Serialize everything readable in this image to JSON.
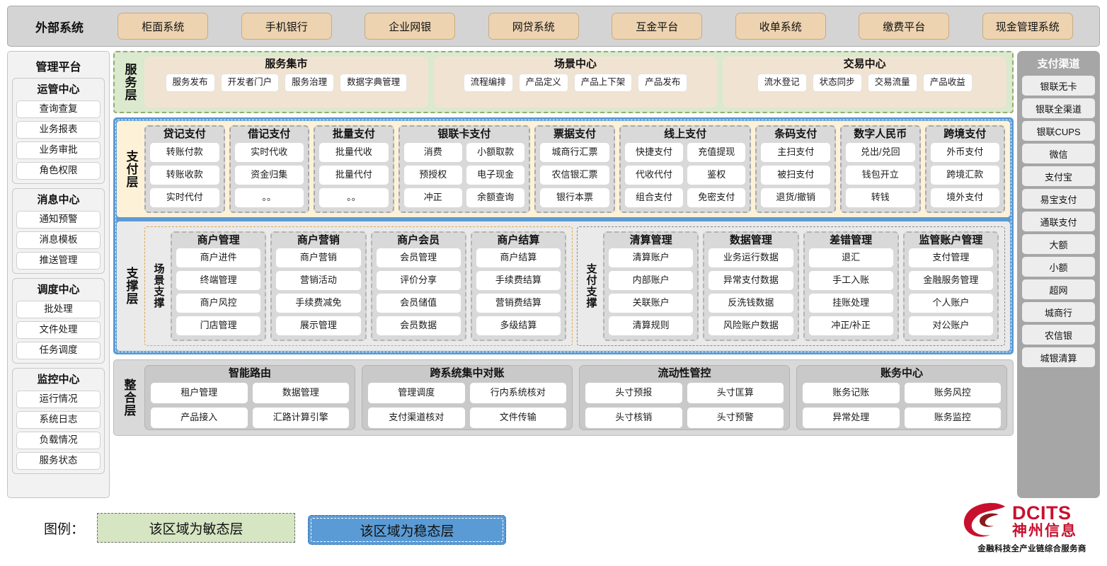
{
  "external": {
    "title": "外部系统",
    "items": [
      "柜面系统",
      "手机银行",
      "企业网银",
      "网贷系统",
      "互金平台",
      "收单系统",
      "缴费平台",
      "现金管理系统"
    ]
  },
  "management": {
    "title": "管理平台",
    "groups": [
      {
        "title": "运管中心",
        "items": [
          "查询查复",
          "业务报表",
          "业务审批",
          "角色权限"
        ]
      },
      {
        "title": "消息中心",
        "items": [
          "通知预警",
          "消息模板",
          "推送管理"
        ]
      },
      {
        "title": "调度中心",
        "items": [
          "批处理",
          "文件处理",
          "任务调度"
        ]
      },
      {
        "title": "监控中心",
        "items": [
          "运行情况",
          "系统日志",
          "负载情况",
          "服务状态"
        ]
      }
    ]
  },
  "channels": {
    "title": "支付渠道",
    "items": [
      "银联无卡",
      "银联全渠道",
      "银联CUPS",
      "微信",
      "支付宝",
      "易宝支付",
      "通联支付",
      "大额",
      "小额",
      "超网",
      "城商行",
      "农信银",
      "城银清算"
    ]
  },
  "service_layer": {
    "label": "服务层",
    "panels": [
      {
        "title": "服务集市",
        "items": [
          "服务发布",
          "开发者门户",
          "服务治理",
          "数据字典管理"
        ]
      },
      {
        "title": "场景中心",
        "items": [
          "流程编排",
          "产品定义",
          "产品上下架",
          "产品发布"
        ]
      },
      {
        "title": "交易中心",
        "items": [
          "流水登记",
          "状态同步",
          "交易流量",
          "产品收益"
        ]
      }
    ]
  },
  "payment_layer": {
    "label": "支付层",
    "groups": [
      {
        "title": "贷记支付",
        "cols": 1,
        "rows": [
          [
            "转账付款"
          ],
          [
            "转账收款"
          ],
          [
            "实时代付"
          ]
        ]
      },
      {
        "title": "借记支付",
        "cols": 1,
        "rows": [
          [
            "实时代收"
          ],
          [
            "资金归集"
          ],
          [
            "。。"
          ]
        ]
      },
      {
        "title": "批量支付",
        "cols": 1,
        "rows": [
          [
            "批量代收"
          ],
          [
            "批量代付"
          ],
          [
            "。。"
          ]
        ]
      },
      {
        "title": "银联卡支付",
        "cols": 2,
        "rows": [
          [
            "消费",
            "小额取款"
          ],
          [
            "预授权",
            "电子现金"
          ],
          [
            "冲正",
            "余额查询"
          ]
        ]
      },
      {
        "title": "票据支付",
        "cols": 1,
        "rows": [
          [
            "城商行汇票"
          ],
          [
            "农信银汇票"
          ],
          [
            "银行本票"
          ]
        ]
      },
      {
        "title": "线上支付",
        "cols": 2,
        "rows": [
          [
            "快捷支付",
            "充值提现"
          ],
          [
            "代收代付",
            "鉴权"
          ],
          [
            "组合支付",
            "免密支付"
          ]
        ]
      },
      {
        "title": "条码支付",
        "cols": 1,
        "rows": [
          [
            "主扫支付"
          ],
          [
            "被扫支付"
          ],
          [
            "退货/撤销"
          ]
        ]
      },
      {
        "title": "数字人民币",
        "cols": 1,
        "rows": [
          [
            "兑出/兑回"
          ],
          [
            "钱包开立"
          ],
          [
            "转钱"
          ]
        ]
      },
      {
        "title": "跨境支付",
        "cols": 1,
        "rows": [
          [
            "外币支付"
          ],
          [
            "跨境汇款"
          ],
          [
            "境外支付"
          ]
        ]
      }
    ]
  },
  "support_layer": {
    "label": "支撑层",
    "scene": {
      "label": "场景支撑",
      "groups": [
        {
          "title": "商户管理",
          "items": [
            "商户进件",
            "终端管理",
            "商户风控",
            "门店管理"
          ]
        },
        {
          "title": "商户营销",
          "items": [
            "商户营销",
            "营销活动",
            "手续费减免",
            "展示管理"
          ]
        },
        {
          "title": "商户会员",
          "items": [
            "会员管理",
            "评价分享",
            "会员储值",
            "会员数据"
          ]
        },
        {
          "title": "商户结算",
          "items": [
            "商户结算",
            "手续费结算",
            "营销费结算",
            "多级结算"
          ]
        }
      ]
    },
    "paysupport": {
      "label": "支付支撑",
      "groups": [
        {
          "title": "清算管理",
          "items": [
            "清算账户",
            "内部账户",
            "关联账户",
            "清算规则"
          ]
        },
        {
          "title": "数据管理",
          "items": [
            "业务运行数据",
            "异常支付数据",
            "反洗钱数据",
            "风险账户数据"
          ]
        },
        {
          "title": "差错管理",
          "items": [
            "退汇",
            "手工入账",
            "挂账处理",
            "冲正/补正"
          ]
        },
        {
          "title": "监管账户管理",
          "items": [
            "支付管理",
            "金融服务管理",
            "个人账户",
            "对公账户"
          ]
        }
      ]
    }
  },
  "integration_layer": {
    "label": "整合层",
    "groups": [
      {
        "title": "智能路由",
        "rows": [
          [
            "租户管理",
            "数据管理"
          ],
          [
            "产品接入",
            "汇路计算引擎"
          ]
        ]
      },
      {
        "title": "跨系统集中对账",
        "rows": [
          [
            "管理调度",
            "行内系统核对"
          ],
          [
            "支付渠道核对",
            "文件传输"
          ]
        ]
      },
      {
        "title": "流动性管控",
        "rows": [
          [
            "头寸预报",
            "头寸匡算"
          ],
          [
            "头寸核销",
            "头寸预警"
          ]
        ]
      },
      {
        "title": "账务中心",
        "rows": [
          [
            "账务记账",
            "账务风控"
          ],
          [
            "异常处理",
            "账务监控"
          ]
        ]
      }
    ]
  },
  "legend": {
    "label": "图例：",
    "agile": "该区域为敏态层",
    "stable": "该区域为稳态层"
  },
  "logo": {
    "en": "DCITS",
    "cn": "神州信息",
    "tagline": "金融科技全产业链综合服务商"
  },
  "colors": {
    "agile_green": "#dbe9ce",
    "stable_blue": "#5b9bd5",
    "payment_yellow": "#fdf2d7",
    "external_tan": "#edd3b0",
    "brand_red": "#c8102e"
  }
}
